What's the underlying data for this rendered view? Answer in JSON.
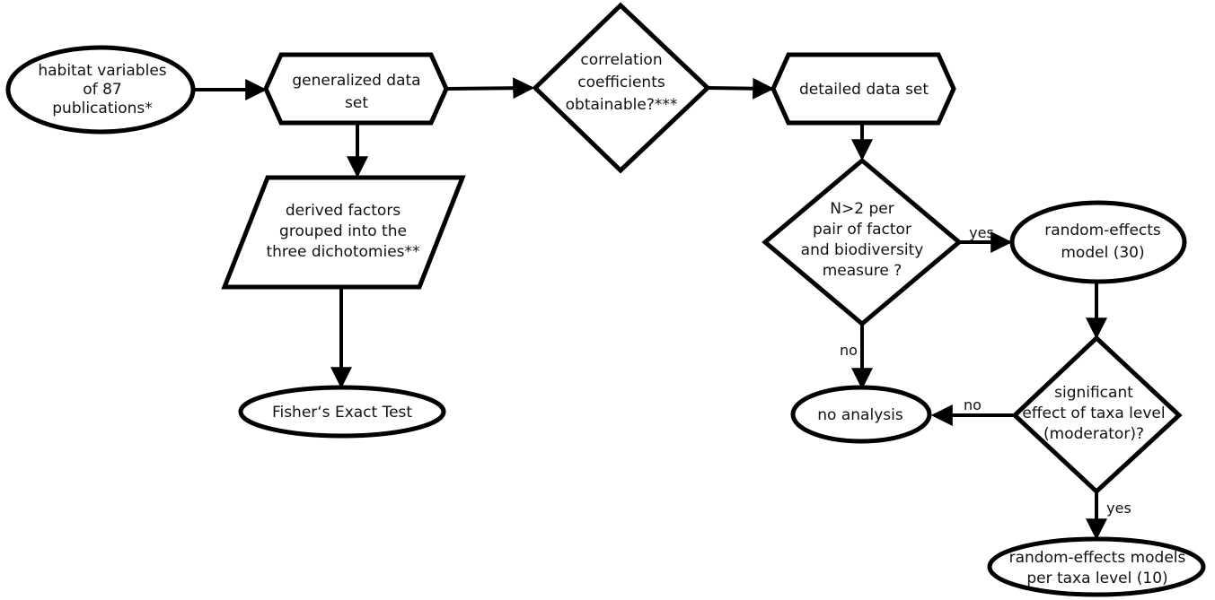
{
  "nodes": {
    "habitat": {
      "lines": [
        "habitat variables",
        "of 87",
        "publications*"
      ]
    },
    "generalized": {
      "lines": [
        "generalized data",
        "set"
      ]
    },
    "correlation": {
      "lines": [
        "correlation",
        "coefficients",
        "obtainable?***"
      ]
    },
    "detailed": {
      "lines": [
        "detailed data set"
      ]
    },
    "derived": {
      "lines": [
        "derived factors",
        "grouped into the",
        "three dichotomies**"
      ]
    },
    "fisher": {
      "lines": [
        "Fisher‘s Exact Test"
      ]
    },
    "n_check": {
      "lines": [
        "N>2 per",
        "pair of factor",
        "and biodiversity",
        "measure ?"
      ]
    },
    "random_effects": {
      "lines": [
        "random-effects",
        "model (30)"
      ]
    },
    "no_analysis": {
      "lines": [
        "no analysis"
      ]
    },
    "significant": {
      "lines": [
        "significant",
        "effect of taxa level",
        "(moderator)?"
      ]
    },
    "random_per_taxa": {
      "lines": [
        "random-effects models",
        "per taxa level (10)"
      ]
    }
  },
  "edges": {
    "n_yes": "yes",
    "n_no": "no",
    "sig_no": "no",
    "sig_yes": "yes"
  }
}
